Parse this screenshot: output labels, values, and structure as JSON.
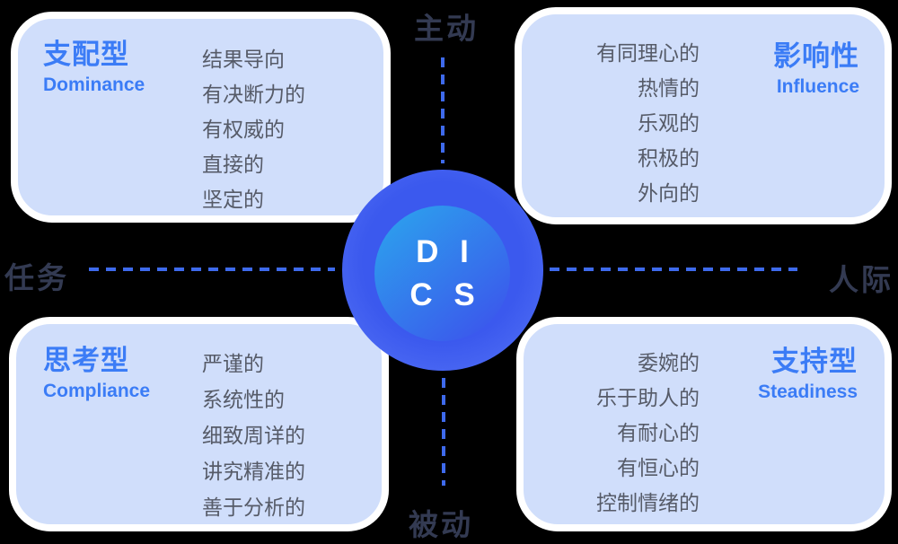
{
  "diagram": {
    "center": {
      "row1": "D I",
      "row2": "C S"
    },
    "axes": {
      "top": "主动",
      "bottom": "被动",
      "left": "任务",
      "right": "人际"
    },
    "quadrants": {
      "dominance": {
        "title_zh": "支配型",
        "title_en": "Dominance",
        "traits": [
          "结果导向",
          "有决断力的",
          "有权威的",
          "直接的",
          "坚定的"
        ]
      },
      "influence": {
        "title_zh": "影响性",
        "title_en": "Influence",
        "traits": [
          "有同理心的",
          "热情的",
          "乐观的",
          "积极的",
          "外向的"
        ]
      },
      "compliance": {
        "title_zh": "思考型",
        "title_en": "Compliance",
        "traits": [
          "严谨的",
          "系统性的",
          "细致周详的",
          "讲究精准的",
          "善于分析的"
        ]
      },
      "steadiness": {
        "title_zh": "支持型",
        "title_en": "Steadiness",
        "traits": [
          "委婉的",
          "乐于助人的",
          "有耐心的",
          "有恒心的",
          "控制情绪的"
        ]
      }
    },
    "colors": {
      "background": "#000000",
      "card_bg": "#D0DEFB",
      "card_border": "#FFFFFF",
      "title_blue": "#3B7CF6",
      "trait_text": "#565B68",
      "axis_text": "#333A52",
      "dash_line": "#3E6AEC",
      "circle_outer": "#4866F2",
      "circle_inner_gradient_start": "#2CA2ED",
      "circle_inner_gradient_end": "#3C53EC",
      "circle_letters": "#FFFFFF"
    }
  }
}
